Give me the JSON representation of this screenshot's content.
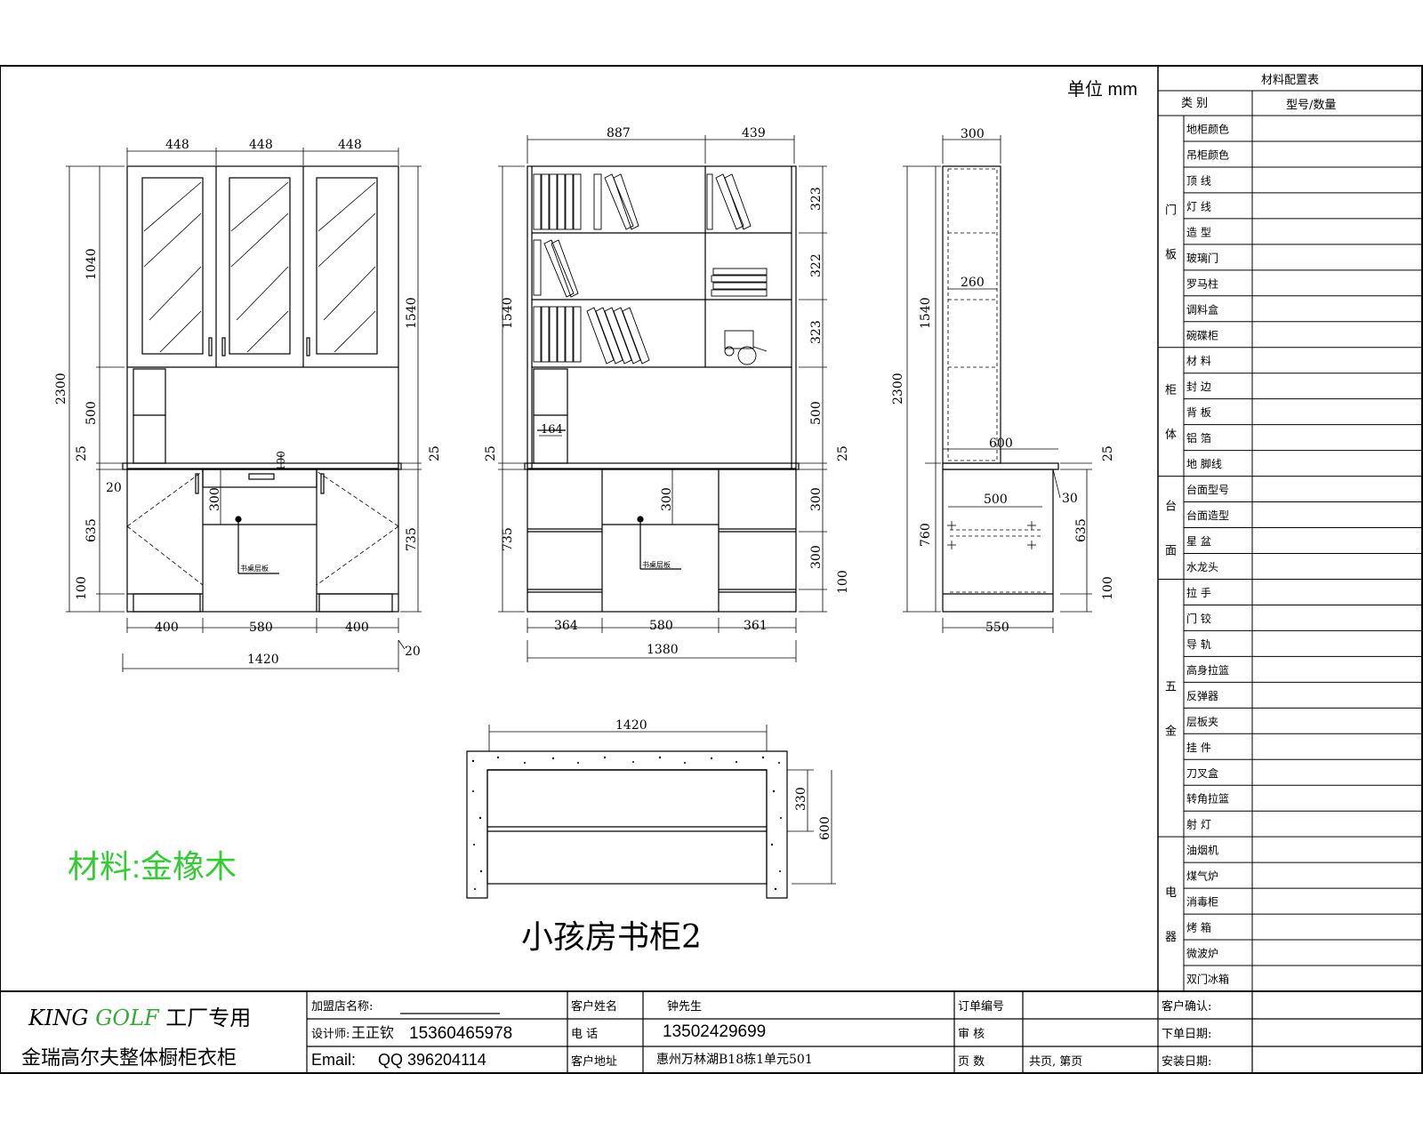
{
  "header": {
    "unit_label": "单位 mm"
  },
  "drawing": {
    "title": "小孩房书柜2",
    "material": "材料:金橡木",
    "front_view": {
      "top_dims": [
        "448",
        "448",
        "448"
      ],
      "left_dims": [
        "1040",
        "500",
        "25",
        "635",
        "100"
      ],
      "overall_height": "2300",
      "right_dims": [
        "1540",
        "25",
        "735"
      ],
      "inner_dims": [
        "100",
        "300",
        "20"
      ],
      "bottom_dims": [
        "400",
        "580",
        "400"
      ],
      "overall_width": "1420",
      "corner_dim": "20",
      "note": "书桌层板"
    },
    "bookcase_view": {
      "top_dims": [
        "887",
        "439"
      ],
      "right_dims": [
        "323",
        "322",
        "323",
        "500",
        "25",
        "300",
        "300",
        "100"
      ],
      "left_dims": [
        "1540",
        "25",
        "735"
      ],
      "inner_dims": [
        "164",
        "300"
      ],
      "bottom_dims": [
        "364",
        "580",
        "361"
      ],
      "overall_width": "1380",
      "note": "书桌层板"
    },
    "side_view": {
      "top_dim": "300",
      "inner_dims": [
        "260",
        "600",
        "500"
      ],
      "left_dims": [
        "1540",
        "2300",
        "760"
      ],
      "right_dims": [
        "25",
        "30",
        "635",
        "100"
      ],
      "bottom_dim": "550"
    },
    "plan_view": {
      "top_dim": "1420",
      "right_dims": [
        "330",
        "600"
      ]
    }
  },
  "material_table": {
    "title": "材料配置表",
    "col_headers": [
      "类 别",
      "型号/数量"
    ],
    "groups": [
      {
        "category": "门\n板",
        "items": [
          "地柜颜色",
          "吊柜颜色",
          "顶 线",
          "灯 线",
          "造 型",
          "玻璃门",
          "罗马柱",
          "调料盒",
          "碗碟柜"
        ]
      },
      {
        "category": "柜\n体",
        "items": [
          "材 料",
          "封 边",
          "背 板",
          "铝 箔",
          "地 脚线"
        ]
      },
      {
        "category": "台\n面",
        "items": [
          "台面型号",
          "台面造型",
          "星 盆",
          "水龙头"
        ]
      },
      {
        "category": "五\n金",
        "items": [
          "拉 手",
          "门 铰",
          "导 轨",
          "高身拉篮",
          "反弹器",
          "层板夹",
          "挂 件",
          "刀叉盒",
          "转角拉篮",
          "射 灯"
        ]
      },
      {
        "category": "电\n器",
        "items": [
          "油烟机",
          "煤气炉",
          "消毒柜",
          "烤 箱",
          "微波炉",
          "双门冰箱"
        ]
      }
    ]
  },
  "title_block": {
    "brand_line1_part1": "KING ",
    "brand_line1_part2": "GOLF",
    "brand_line1_part3": " 工厂专用",
    "brand_line2": "金瑞高尔夫整体橱柜衣柜",
    "dealer_label": "加盟店名称:",
    "designer_label": "设计师:",
    "designer_name": "王正钦",
    "designer_phone": "15360465978",
    "email_label": "Email:",
    "email_value": "QQ 396204114",
    "customer_name_label": "客户姓名",
    "customer_name": "钟先生",
    "phone_label": "电 话",
    "phone_value": "13502429699",
    "address_label": "客户地址",
    "address_value": "惠州万林湖B18栋1单元501",
    "order_label": "订单编号",
    "review_label": "审 核",
    "pages_label": "页 数",
    "pages_value": "共页, 第页",
    "confirm_label": "客户确认:",
    "order_date_label": "下单日期:",
    "install_date_label": "安装日期:"
  }
}
